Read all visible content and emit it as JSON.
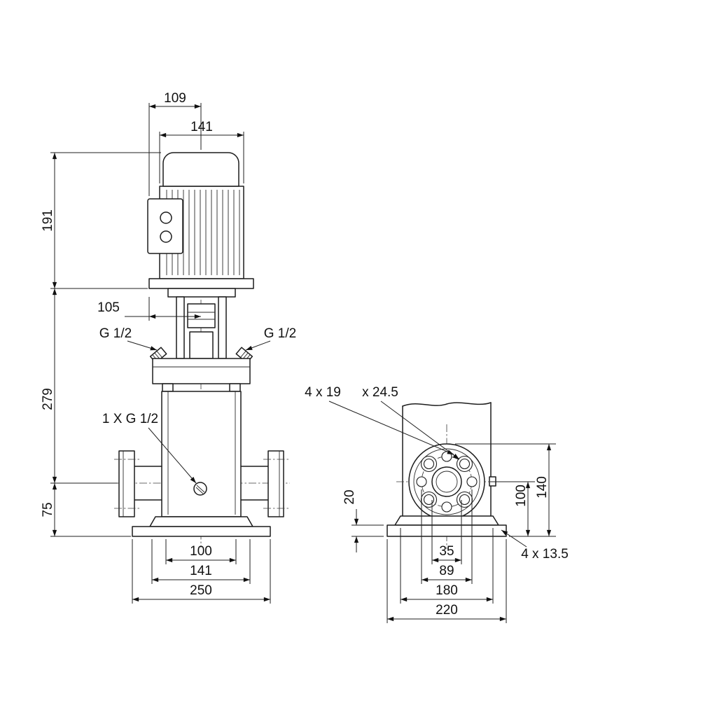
{
  "front_view": {
    "dim_motor_depth": "109",
    "dim_motor_width": "141",
    "dim_motor_height": "191",
    "dim_flange_offset": "105",
    "port_left_label": "G 1/2",
    "port_right_label": "G 1/2",
    "dim_pump_height": "279",
    "drain_label": "1 X G 1/2",
    "dim_port_height": "75",
    "dim_base_100": "100",
    "dim_base_141": "141",
    "dim_base_250": "250"
  },
  "side_view": {
    "flange_holes_label": "4 x 19",
    "flange_counterbore_label": "x 24.5",
    "dim_base_thickness": "20",
    "dim_port_center_height": "100",
    "dim_flange_top_height": "140",
    "dim_bore": "35",
    "dim_bolt_circle": "89",
    "dim_base_inner": "180",
    "dim_base_outer": "220",
    "base_holes_label": "4 x 13.5"
  }
}
